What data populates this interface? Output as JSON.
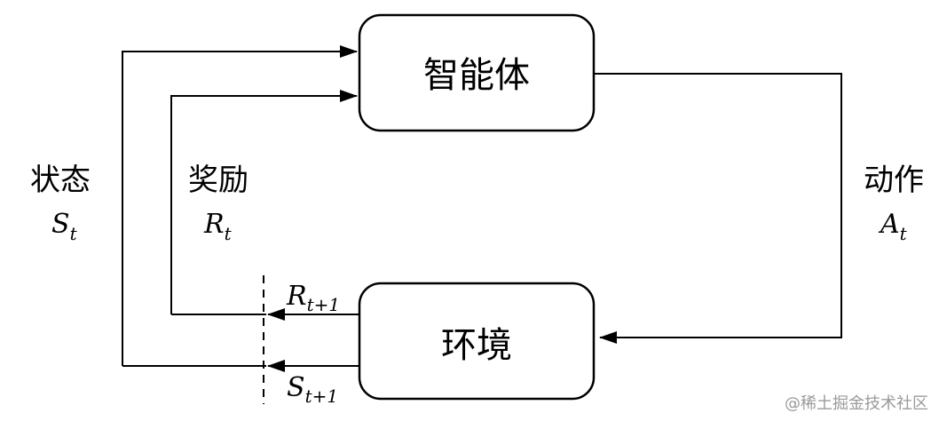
{
  "nodes": {
    "agent": "智能体",
    "environment": "环境"
  },
  "labels": {
    "state": {
      "text": "状态",
      "symbol": "S",
      "sub": "t"
    },
    "reward": {
      "text": "奖励",
      "symbol": "R",
      "sub": "t"
    },
    "action": {
      "text": "动作",
      "symbol": "A",
      "sub": "t"
    },
    "next_reward": {
      "symbol": "R",
      "sub": "t+1"
    },
    "next_state": {
      "symbol": "S",
      "sub": "t+1"
    }
  },
  "watermark": "@稀土掘金技术社区"
}
